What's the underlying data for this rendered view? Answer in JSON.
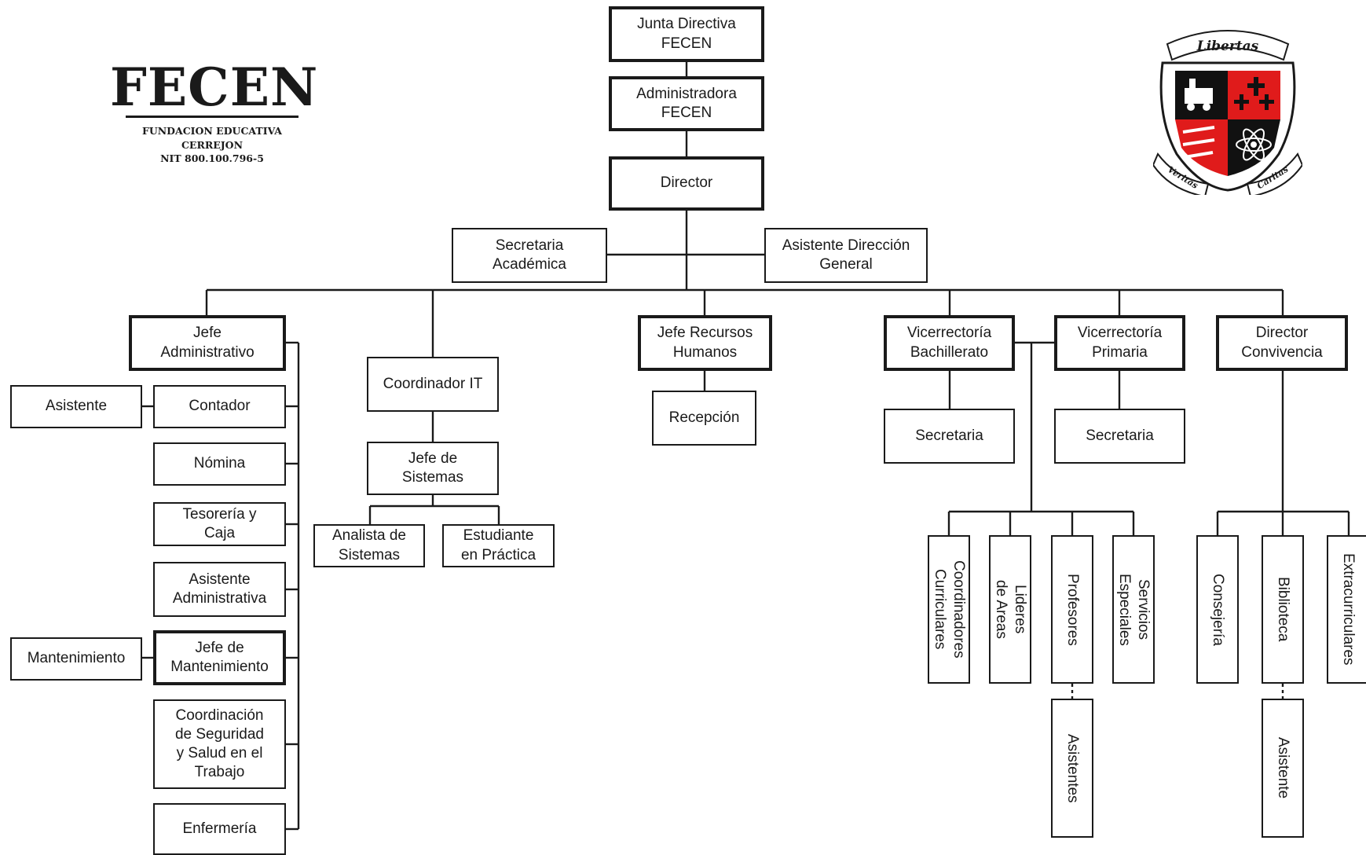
{
  "brand": {
    "logo_text": "FECEN",
    "subtitle": "FUNDACION EDUCATIVA CERREJON",
    "nit": "NIT 800.100.796-5"
  },
  "crest": {
    "motto_top": "Libertas",
    "motto_left": "Veritas",
    "motto_right": "Caritas",
    "colors": {
      "red": "#e01b1b",
      "black": "#111111",
      "white": "#ffffff"
    }
  },
  "org": {
    "junta": "Junta Directiva\nFECEN",
    "administradora": "Administradora\nFECEN",
    "director": "Director",
    "secretaria_academica": "Secretaria\nAcadémica",
    "asistente_direccion": "Asistente Dirección\nGeneral",
    "jefe_administrativo": "Jefe\nAdministrativo",
    "asistente": "Asistente",
    "contador": "Contador",
    "nomina": "Nómina",
    "tesoreria": "Tesorería y\nCaja",
    "asistente_administrativa": "Asistente\nAdministrativa",
    "mantenimiento": "Mantenimiento",
    "jefe_mantenimiento": "Jefe de\nMantenimiento",
    "coordinacion_sst": "Coordinación\nde Seguridad\ny Salud en el\nTrabajo",
    "enfermeria": "Enfermería",
    "coordinador_it": "Coordinador IT",
    "jefe_sistemas": "Jefe de\nSistemas",
    "analista": "Analista de\nSistemas",
    "estudiante": "Estudiante\nen Práctica",
    "jefe_rrhh": "Jefe Recursos\nHumanos",
    "recepcion": "Recepción",
    "vice_bachillerato": "Vicerrectoría\nBachillerato",
    "vice_primaria": "Vicerrectoría\nPrimaria",
    "secretaria_bach": "Secretaria",
    "secretaria_prim": "Secretaria",
    "director_convivencia": "Director\nConvivencia",
    "coordinadores_curriculares": "Coordinadores\nCurriculares",
    "lideres_areas": "Lideres\nde Areas",
    "profesores": "Profesores",
    "servicios_especiales": "Servicios\nEspeciales",
    "asistentes": "Asistentes",
    "consejeria": "Consejería",
    "biblioteca": "Biblioteca",
    "extracurriculares": "Extracurriculares",
    "asistente_biblioteca": "Asistente"
  }
}
